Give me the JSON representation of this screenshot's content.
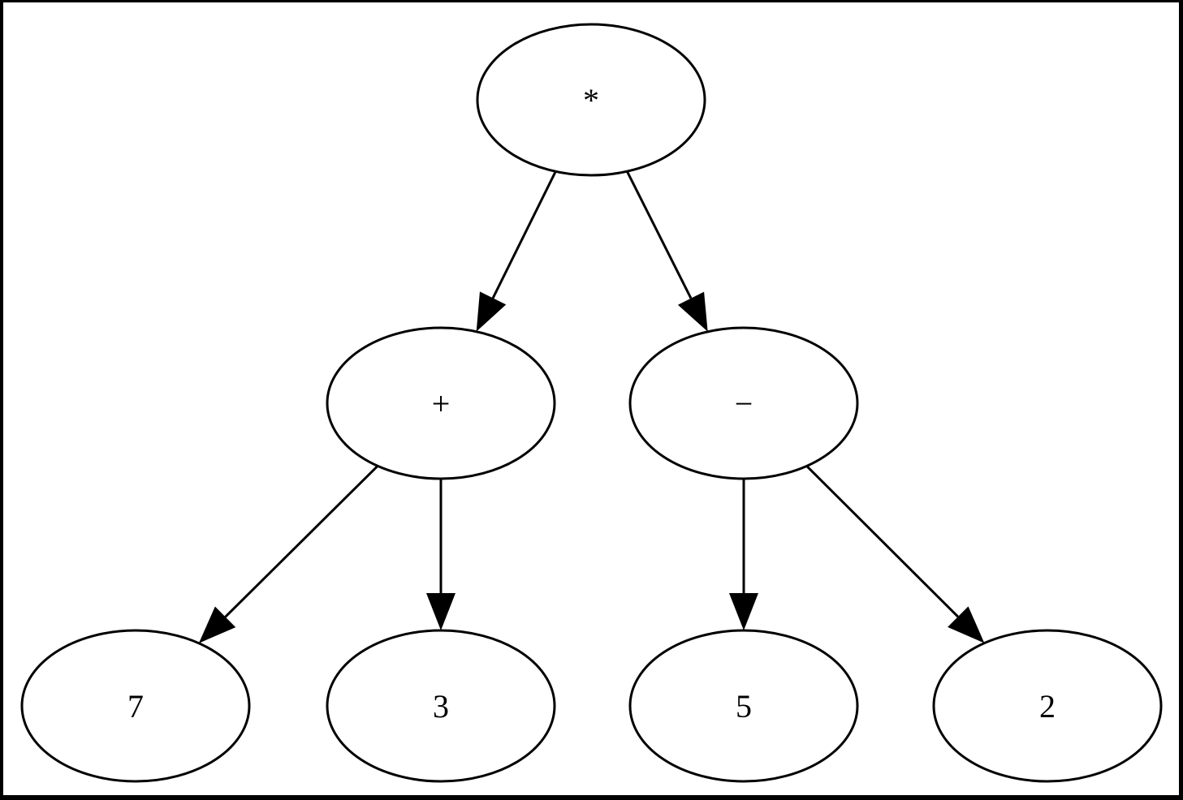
{
  "diagram": {
    "type": "expression-tree",
    "nodes": [
      {
        "id": "root",
        "label": "*"
      },
      {
        "id": "plus",
        "label": "+"
      },
      {
        "id": "minus",
        "label": "−"
      },
      {
        "id": "n7",
        "label": "7"
      },
      {
        "id": "n3",
        "label": "3"
      },
      {
        "id": "n5",
        "label": "5"
      },
      {
        "id": "n2",
        "label": "2"
      }
    ],
    "edges": [
      {
        "from": "root",
        "to": "plus"
      },
      {
        "from": "root",
        "to": "minus"
      },
      {
        "from": "plus",
        "to": "n7"
      },
      {
        "from": "plus",
        "to": "n3"
      },
      {
        "from": "minus",
        "to": "n5"
      },
      {
        "from": "minus",
        "to": "n2"
      }
    ]
  }
}
